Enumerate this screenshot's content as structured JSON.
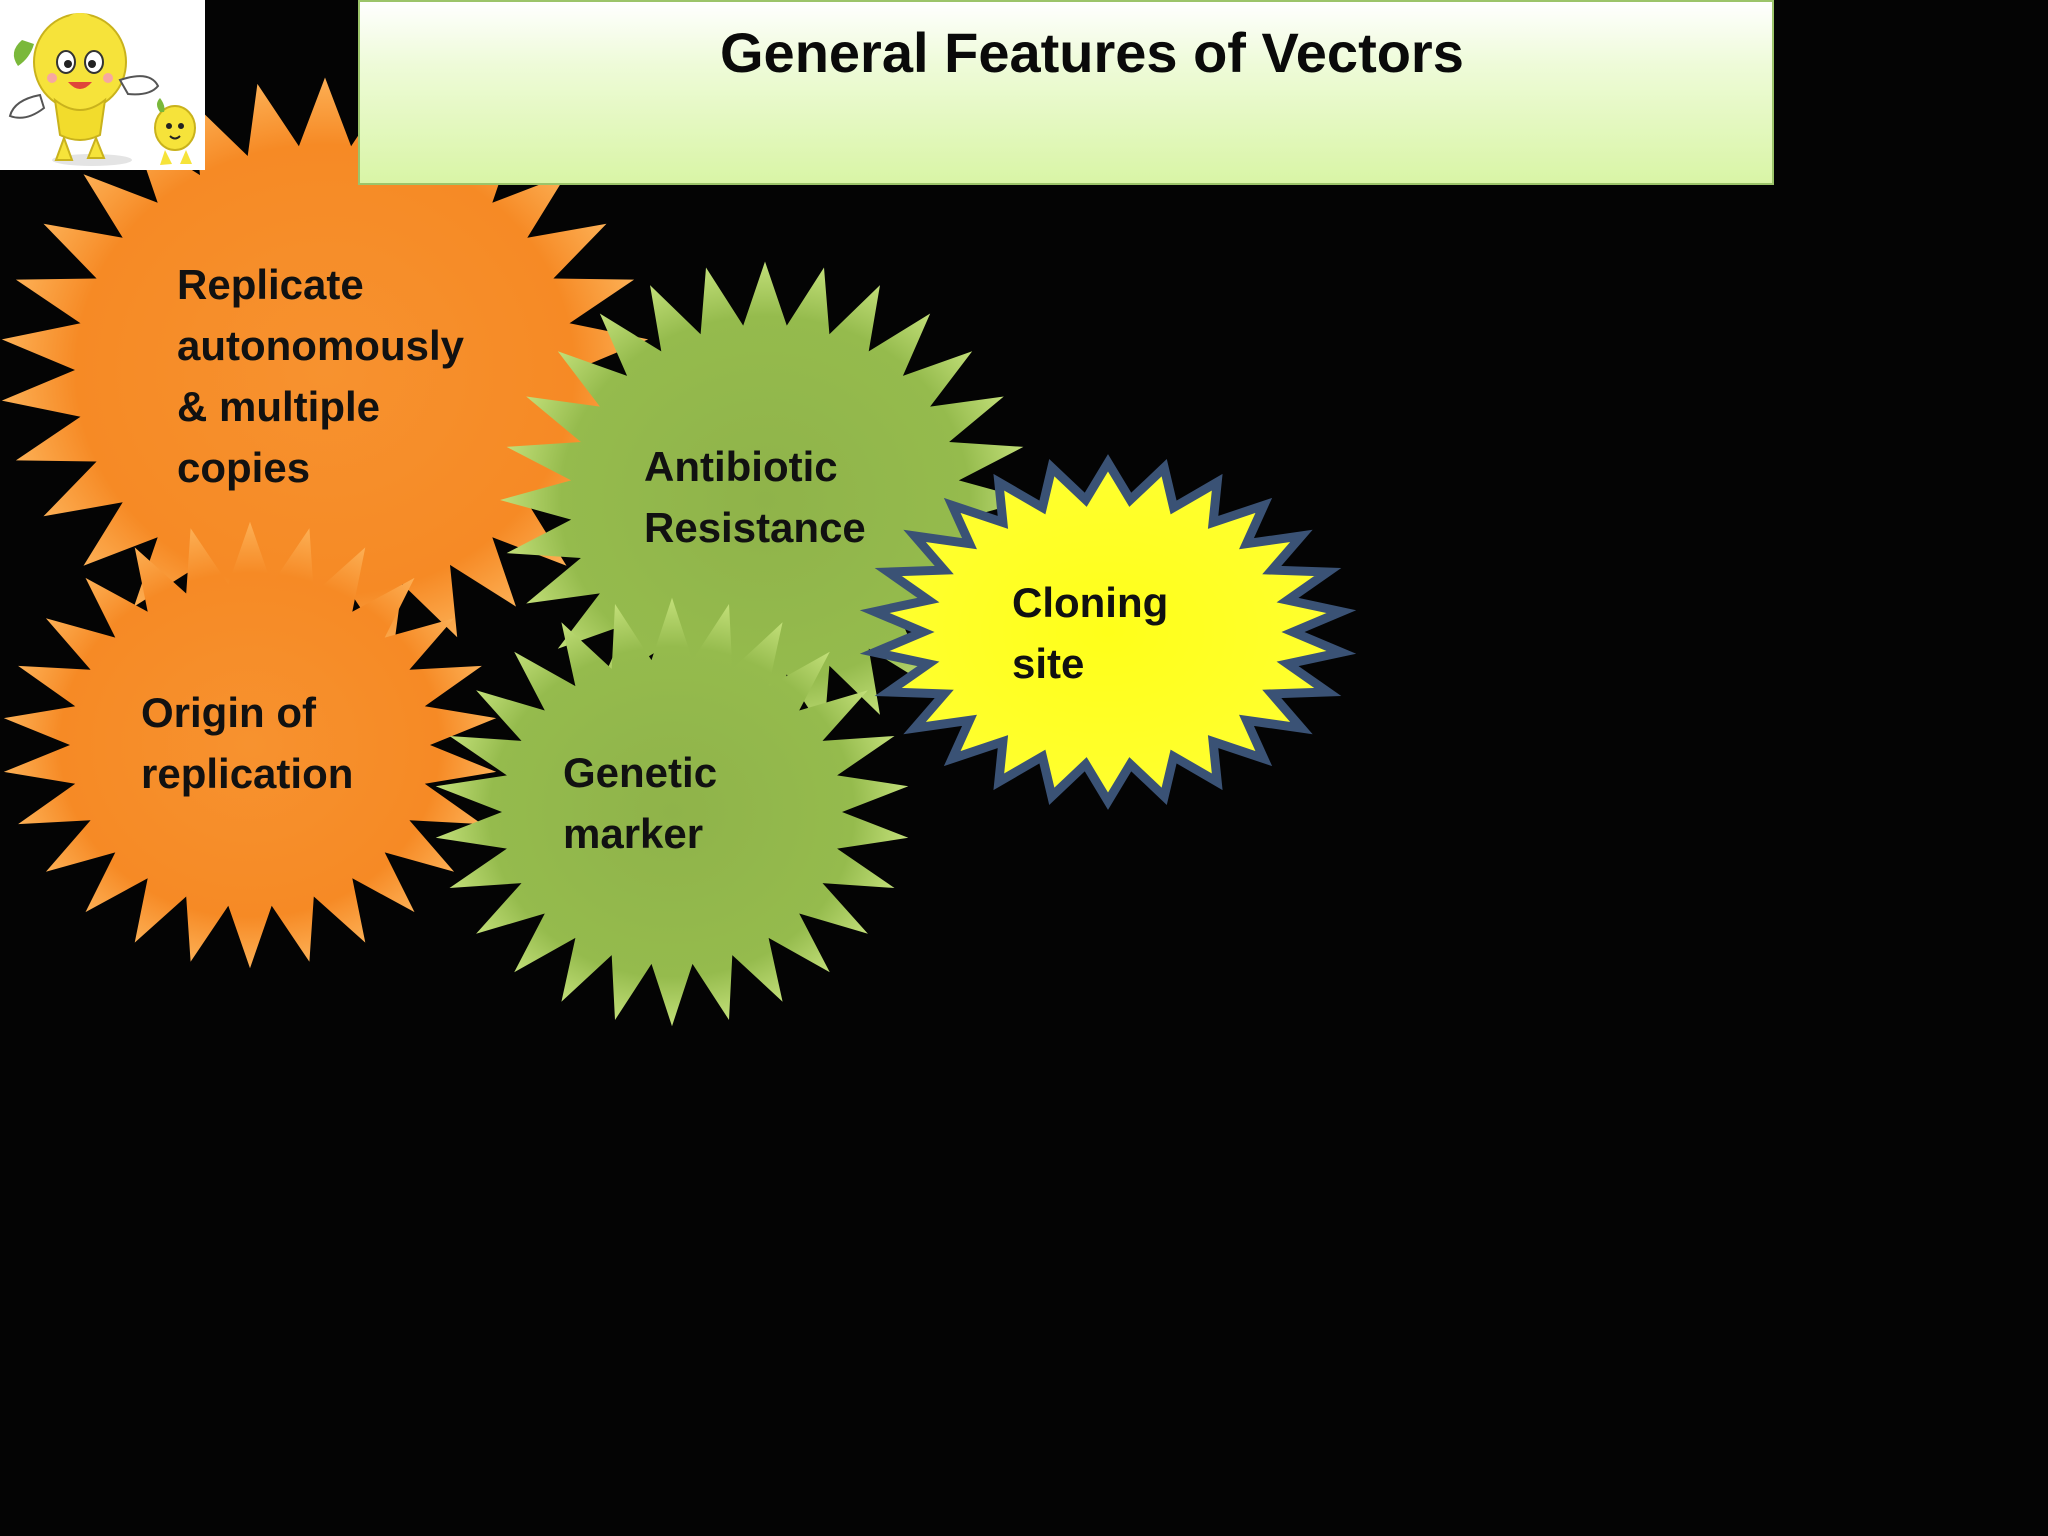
{
  "slide": {
    "title": "General Features of Vectors",
    "background_color": "#040404"
  },
  "mascot": {
    "icon": "lemon-mascot-icon"
  },
  "features": [
    {
      "id": "replicate",
      "lines": [
        "Replicate",
        "autonomously",
        "& multiple",
        "copies"
      ],
      "color": "#f7922f"
    },
    {
      "id": "antibiotic",
      "lines": [
        "Antibiotic",
        "Resistance"
      ],
      "color": "#93b84c"
    },
    {
      "id": "cloning",
      "lines": [
        "Cloning",
        "site"
      ],
      "color": "#ffff1a"
    },
    {
      "id": "origin",
      "lines": [
        "Origin of",
        "replication"
      ],
      "color": "#f7922f"
    },
    {
      "id": "genetic",
      "lines": [
        "Genetic",
        "marker"
      ],
      "color": "#93b84c"
    }
  ]
}
